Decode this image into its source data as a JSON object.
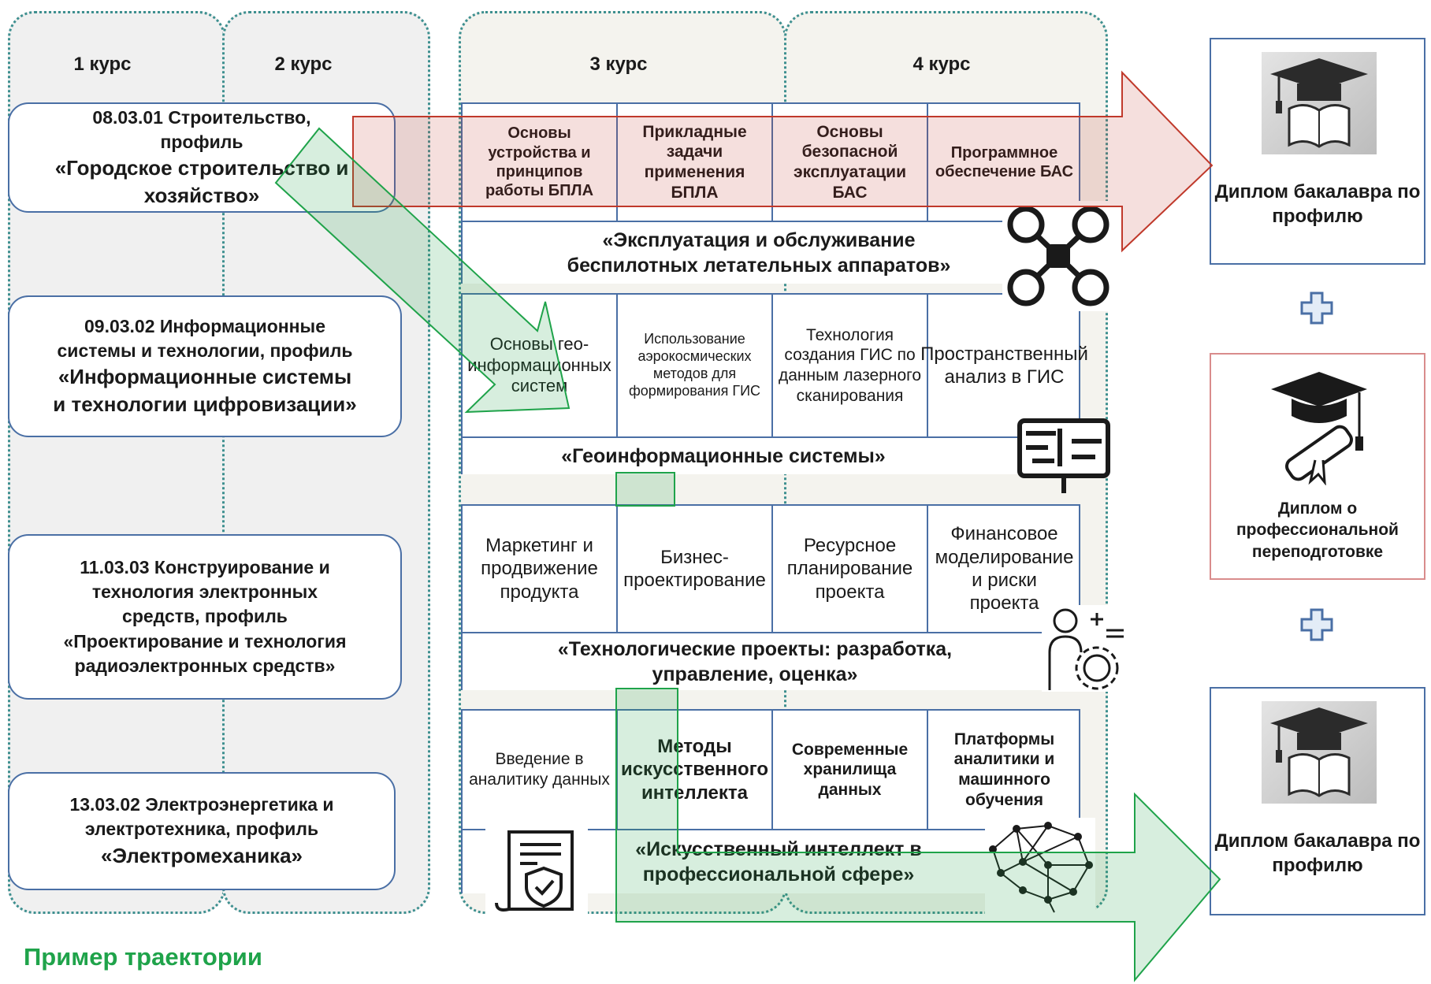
{
  "years": [
    "1 курс",
    "2 курс",
    "3 курс",
    "4 курс"
  ],
  "programs": [
    {
      "line1": "08.03.01 Строительство,",
      "line2": "профиль",
      "line3": "«Городское строительство и",
      "line4": "хозяйство»"
    },
    {
      "line1": "09.03.02 Информационные",
      "line2": "системы и технологии, профиль",
      "line3": "«Информационные системы",
      "line4": "и технологии цифровизации»"
    },
    {
      "line1": "11.03.03 Конструирование и",
      "line2": "технология электронных",
      "line3": "средств, профиль",
      "line4": "«Проектирование и технология",
      "line5": "радиоэлектронных средств»"
    },
    {
      "line1": "13.03.02 Электроэнергетика и",
      "line2": "электротехника, профиль",
      "line3": "«Электромеханика»"
    }
  ],
  "blocks": [
    {
      "title": "«Эксплуатация и обслуживание беспилотных летательных аппаратов»",
      "courses": [
        "Основы устройства и принципов работы БПЛА",
        "Прикладные задачи применения БПЛА",
        "Основы безопасной эксплуатации БАС",
        "Программное обеспечение БАС"
      ],
      "icon": "drone-icon"
    },
    {
      "title": "«Геоинформационные системы»",
      "courses": [
        "Основы гео-информационных систем",
        "Использование аэрокосмических методов для формирования ГИС",
        "Технология создания ГИС по данным лазерного сканирования",
        "Пространственный анализ в ГИС"
      ],
      "icon": "map-board-icon"
    },
    {
      "title": "«Технологические проекты: разработка, управление, оценка»",
      "courses": [
        "Маркетинг и продвижение продукта",
        "Бизнес-проектирование",
        "Ресурсное планирование проекта",
        "Финансовое моделирование и риски проекта"
      ],
      "icon": "engineer-gear-icon"
    },
    {
      "title": "«Искусственный интеллект в профессиональной сфере»",
      "courses": [
        "Введение в аналитику данных",
        "Методы искусственного интеллекта",
        "Современные хранилища данных",
        "Платформы аналитики и машинного обучения"
      ],
      "icon": "neural-network-icon",
      "doc_icon": "secure-document-icon"
    }
  ],
  "outcomes": [
    {
      "label": "Диплом бакалавра по профилю",
      "icon": "graduation-cap-book-icon"
    },
    {
      "label": "Диплом о профессиональной переподготовке",
      "icon": "graduation-cap-diploma-icon"
    },
    {
      "label": "Диплом бакалавра по профилю",
      "icon": "graduation-cap-book-icon"
    }
  ],
  "plus_icon": "plus-icon",
  "footer": "Пример траектории",
  "colors": {
    "red_arrow": "#c0392b",
    "green_arrow": "#1fa34a",
    "frame": "#4a6fa5",
    "dotted": "#3d8f8f"
  }
}
